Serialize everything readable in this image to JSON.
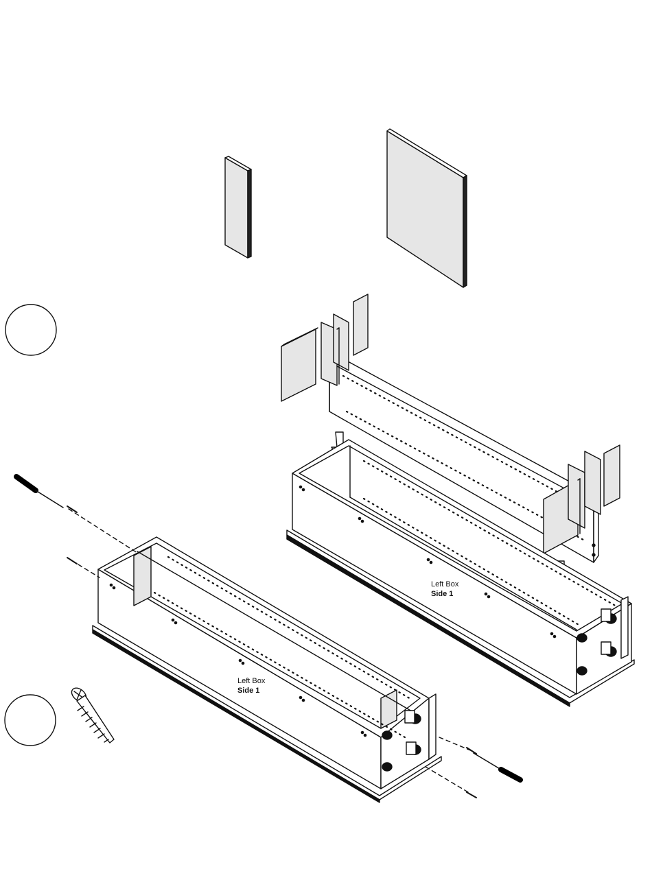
{
  "diagram": {
    "labels": {
      "right_box": {
        "line1": "Left Box",
        "line2": "Side 1"
      },
      "left_box": {
        "line1": "Left Box",
        "line2": "Side 1"
      }
    },
    "step_circles": [
      {
        "text": ""
      },
      {
        "text": ""
      }
    ],
    "colors": {
      "panel_fill": "#e6e6e6",
      "stroke": "#111111",
      "accent": "#000000"
    }
  }
}
